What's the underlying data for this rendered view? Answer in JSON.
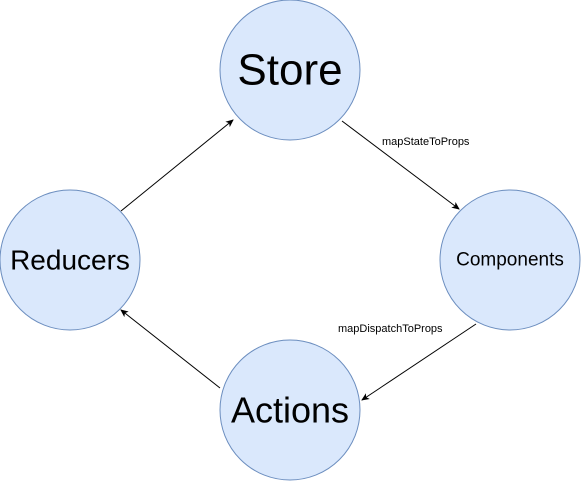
{
  "diagram": {
    "nodes": {
      "store": "Store",
      "components": "Components",
      "actions": "Actions",
      "reducers": "Reducers"
    },
    "edges": {
      "store_to_components": "mapStateToProps",
      "components_to_actions": "mapDispatchToProps"
    },
    "colors": {
      "node_fill": "#dae8fc",
      "node_stroke": "#6c8ebf",
      "edge": "#000000"
    }
  }
}
